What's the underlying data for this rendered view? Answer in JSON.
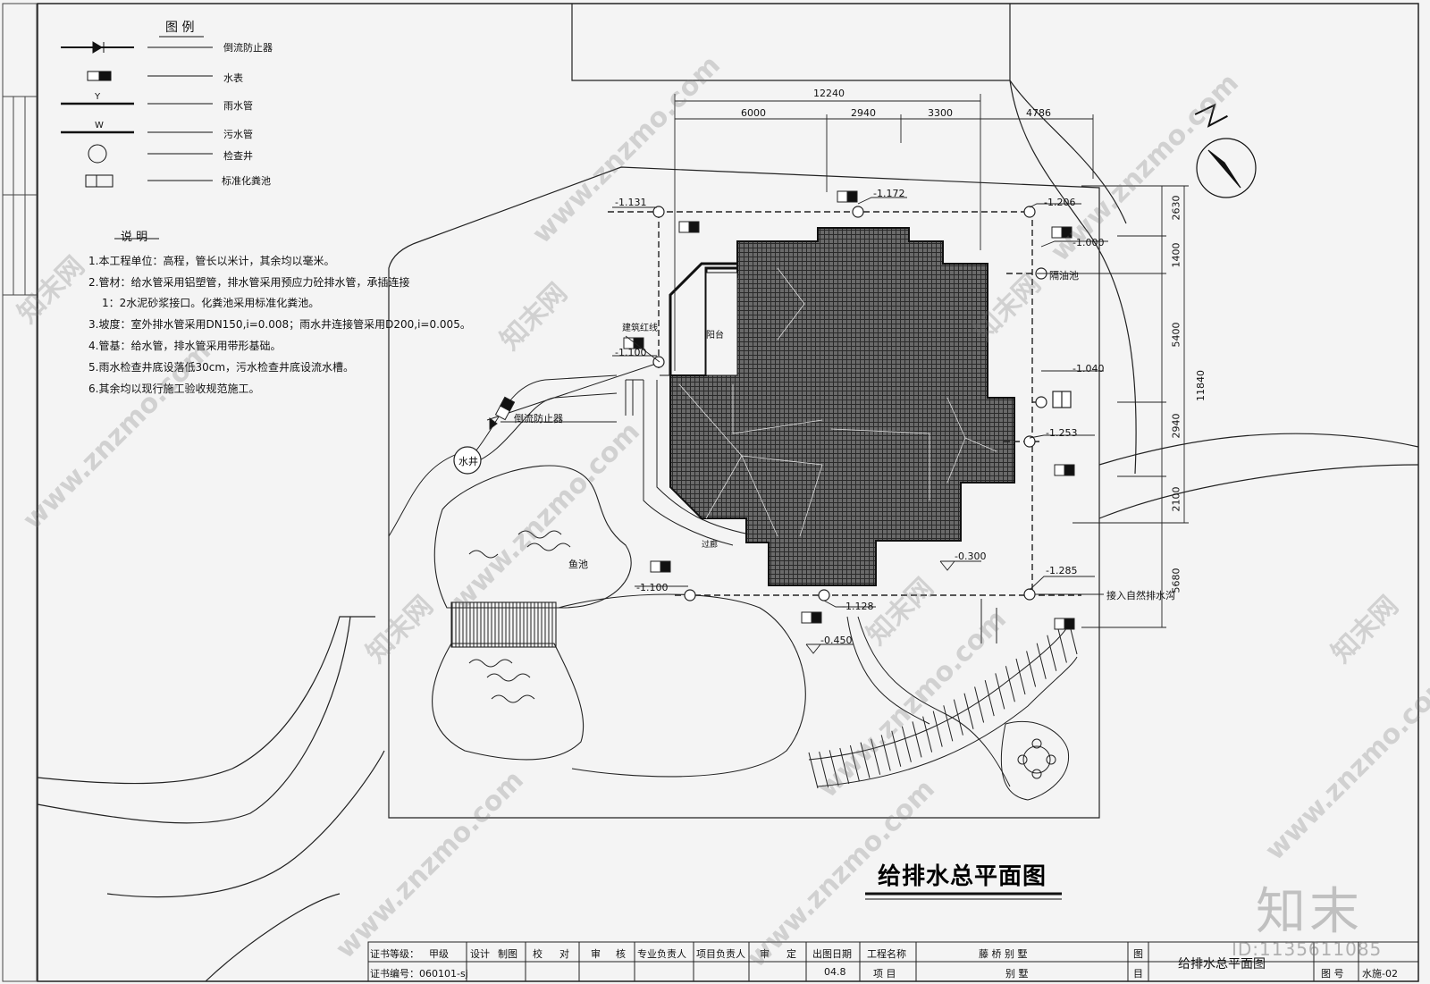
{
  "legend": {
    "title": "图 例",
    "items": [
      {
        "label": "倒流防止器"
      },
      {
        "label": "水表"
      },
      {
        "label": "雨水管",
        "mark": "Y"
      },
      {
        "label": "污水管",
        "mark": "W"
      },
      {
        "label": "检查井"
      },
      {
        "label": "标准化粪池"
      }
    ]
  },
  "notes": {
    "title": "说 明",
    "lines": [
      "1.本工程单位：高程，管长以米计，其余均以毫米。",
      "2.管材：给水管采用铝塑管，排水管采用预应力砼排水管，承插连接",
      "1：2水泥砂浆接口。化粪池采用标准化粪池。",
      "3.坡度：室外排水管采用DN150,i=0.008；雨水井连接管采用D200,i=0.005。",
      "4.管基：给水管，排水管采用带形基础。",
      "5.雨水检查井底设落低30cm，污水检查井底设流水槽。",
      "6.其余均以现行施工验收规范施工。"
    ]
  },
  "dimensions": {
    "top_total": "12240",
    "top_segments": [
      "6000",
      "2940",
      "3300"
    ],
    "top_right": "4786",
    "right_total": "11840",
    "right_segments": [
      "2630",
      "1400",
      "5400",
      "2940",
      "2100",
      "5680"
    ]
  },
  "elevations": {
    "e1": "-1.131",
    "e2": "-1.172",
    "e3": "-1.206",
    "e4": "-1.000",
    "e5": "-1.100",
    "e6": "-1.040",
    "e7": "-1.253",
    "e8": "-0.300",
    "e9": "-1.285",
    "e10": "-1.100",
    "e11": "-1.128",
    "e12": "-0.450"
  },
  "labels": {
    "oil_trap": "隔油池",
    "red_line": "建筑红线",
    "balcony": "阳台",
    "corridor": "过廊",
    "backflow": "倒流防止器",
    "well": "水井",
    "fish_pond": "鱼池",
    "outfall": "接入自然排水沟"
  },
  "drawing_title": "给排水总平面图",
  "title_block": {
    "cert_grade_label": "证书等级：",
    "cert_grade": "甲级",
    "cert_no": "证书编号：060101-sj",
    "roles": [
      "设计",
      "制图",
      "校",
      "对",
      "审",
      "核",
      "专业负责人",
      "项目负责人",
      "审",
      "定"
    ],
    "date_label": "出图日期",
    "date": "04.8",
    "project_label": "工程名称",
    "project": "藤 桥 别 墅",
    "item_label": "项 目",
    "item": "别 墅",
    "figure_label_1": "图",
    "figure_label_2": "目",
    "sheet_title": "给排水总平面图",
    "fig_no_label": "图 号",
    "fig_no": "水施-02"
  },
  "watermarks": [
    "www.znzmo.com",
    "知末网"
  ],
  "logo": "知末",
  "id_mark": "ID:1135611085"
}
